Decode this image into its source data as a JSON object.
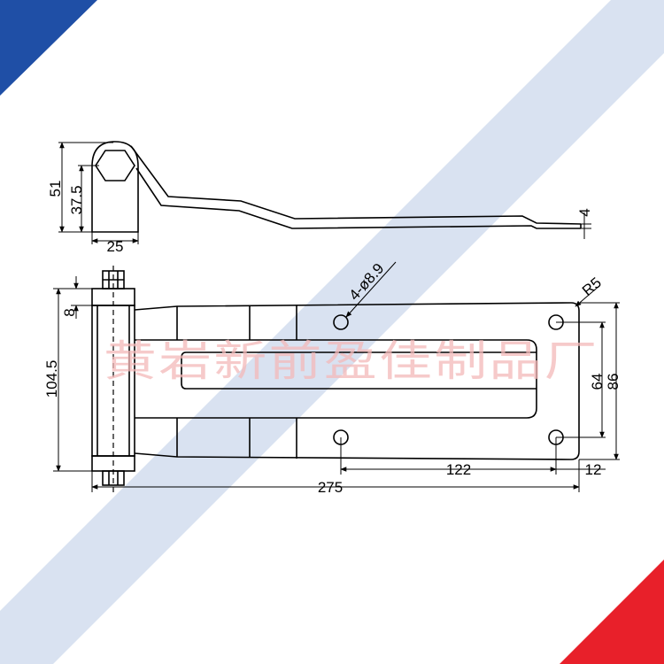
{
  "watermark": "黄岩新前盈佳制品厂",
  "colors": {
    "corner_top_left": "#1f4fa6",
    "corner_bottom_right": "#e8202a",
    "diagonal_band": "#d5dff0",
    "watermark": "#f3b8b8",
    "line": "#000000"
  },
  "side_view": {
    "dim_height_total": "51",
    "dim_height_pin": "37.5",
    "dim_width_knuckle": "25",
    "dim_thickness": "4"
  },
  "front_view": {
    "dim_hole_callout": "4-ø8.9",
    "dim_corner_radius": "R5",
    "dim_bolt_offset": "8",
    "dim_total_height": "104.5",
    "dim_hole_spacing_vertical": "64",
    "dim_plate_height": "86",
    "dim_hole_spacing_horizontal": "122",
    "dim_edge_offset": "12",
    "dim_total_length": "275"
  }
}
